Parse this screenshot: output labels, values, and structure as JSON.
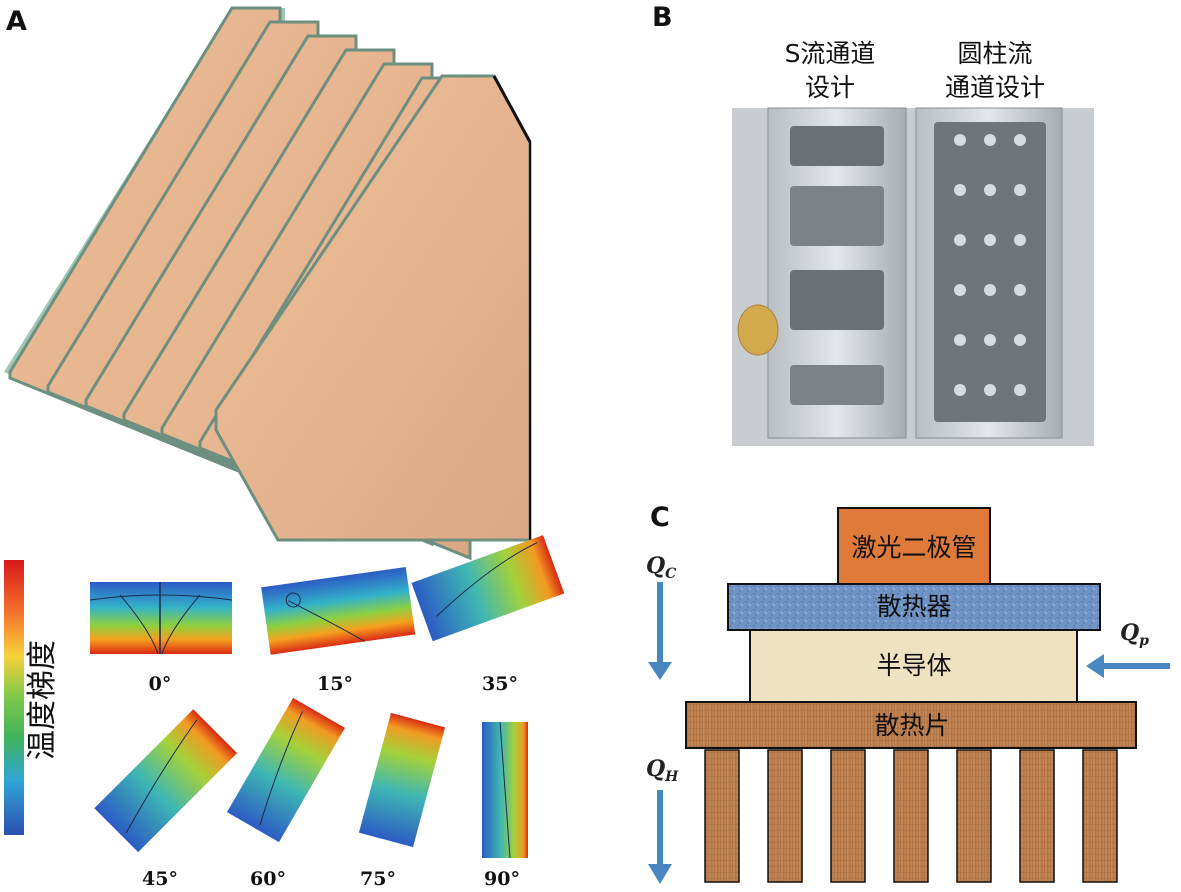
{
  "panels": {
    "a": {
      "label": "A"
    },
    "b": {
      "label": "B",
      "left_caption": [
        "S流通道",
        "设计"
      ],
      "right_caption": [
        "圆柱流",
        "通道设计"
      ]
    },
    "c": {
      "label": "C"
    }
  },
  "colorbar": {
    "label": "温度梯度"
  },
  "angles": [
    "0°",
    "15°",
    "35°",
    "45°",
    "60°",
    "75°",
    "90°"
  ],
  "diagram_c": {
    "layers": {
      "laser": "激光二极管",
      "spreader": "散热器",
      "semiconductor": "半导体",
      "sink": "散热片"
    },
    "heat_labels": {
      "qc": {
        "main": "Q",
        "sub": "C"
      },
      "qp": {
        "main": "Q",
        "sub": "p"
      },
      "qh": {
        "main": "Q",
        "sub": "H"
      }
    },
    "fin_count": 7
  },
  "colors": {
    "laser": "#e07a3a",
    "spreader": "#6f8fbf",
    "semiconductor": "#efe2c3",
    "wood": "#b77a4e",
    "arrow": "#4a86c0",
    "fin_plate": "#e9b991"
  }
}
